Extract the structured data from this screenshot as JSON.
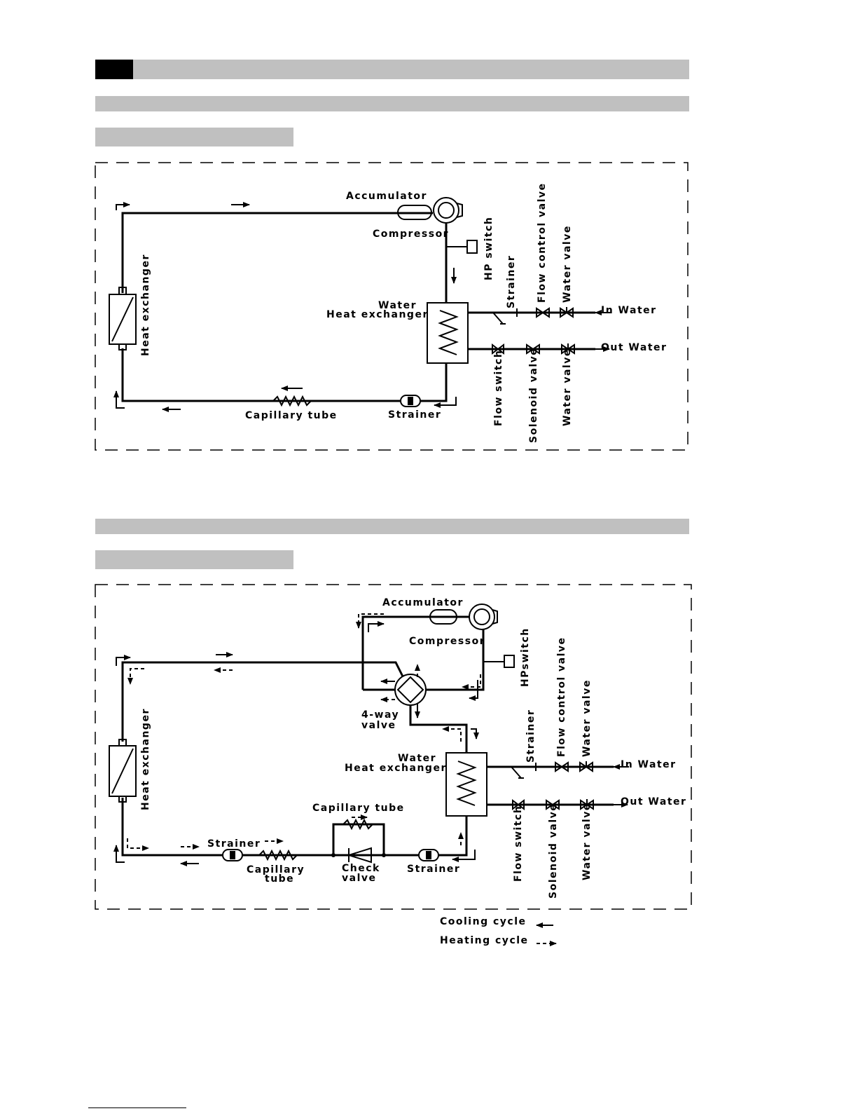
{
  "cooling_diagram": {
    "labels": {
      "accumulator": "Accumulator",
      "compressor": "Compressor",
      "hp_switch": "HP switch",
      "water_hx_line1": "Water",
      "water_hx_line2": "Heat exchanger",
      "heat_exchanger": "Heat exchanger",
      "strainer_water": "Strainer",
      "flow_control_valve": "Flow control valve",
      "water_valve_in": "Water valve",
      "in_water": "In Water",
      "out_water": "Out Water",
      "flow_switch": "Flow switch",
      "solenoid_valve": "Solenoid valve",
      "water_valve_out": "Water valve",
      "capillary_tube": "Capillary tube",
      "strainer_ref": "Strainer"
    }
  },
  "heatpump_diagram": {
    "labels": {
      "accumulator": "Accumulator",
      "compressor": "Compressor",
      "hp_switch": "HPswitch",
      "four_way_line1": "4-way",
      "four_way_line2": "valve",
      "water_hx_line1": "Water",
      "water_hx_line2": "Heat exchanger",
      "heat_exchanger": "Heat exchanger",
      "strainer_water": "Strainer",
      "flow_control_valve": "Flow control valve",
      "water_valve_in": "Water valve",
      "in_water": "In Water",
      "out_water": "Out Water",
      "flow_switch": "Flow switch",
      "solenoid_valve": "Solenoid valve",
      "water_valve_out": "Water valve",
      "capillary_top": "Capillary tube",
      "strainer_left": "Strainer",
      "capillary_bottom_line1": "Capillary",
      "capillary_bottom_line2": "tube",
      "check_line1": "Check",
      "check_line2": "valve",
      "strainer_right": "Strainer"
    },
    "legend": {
      "cooling": "Cooling cycle",
      "heating": "Heating cycle"
    }
  }
}
